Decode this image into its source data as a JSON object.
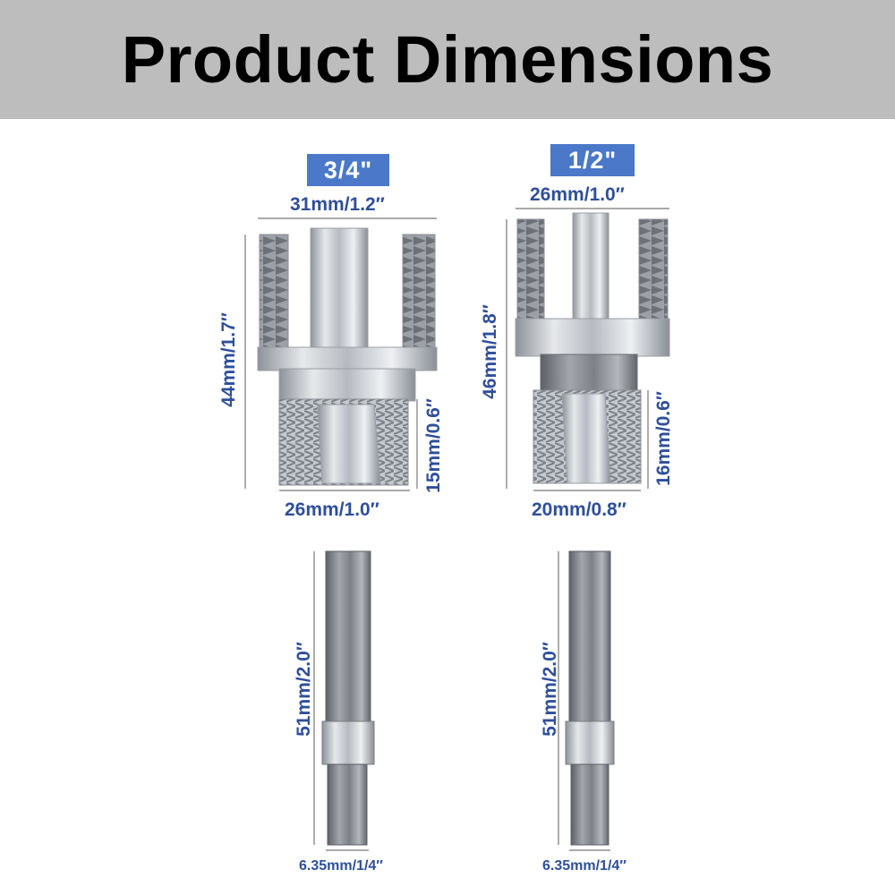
{
  "header": {
    "title": "Product Dimensions"
  },
  "products": [
    {
      "size_label": "3/4\"",
      "top_width": "31mm/1.2″",
      "height": "44mm/1.7″",
      "thread_height": "15mm/0.6″",
      "bottom_width": "26mm/1.0″",
      "bit_length": "51mm/2.0″",
      "bit_shank": "6.35mm/1/4″"
    },
    {
      "size_label": "1/2\"",
      "top_width": "26mm/1.0″",
      "height": "46mm/1.8″",
      "thread_height": "16mm/0.6″",
      "bottom_width": "20mm/0.8″",
      "bit_length": "51mm/2.0″",
      "bit_shank": "6.35mm/1/4″"
    }
  ],
  "colors": {
    "header_bg": "#bdbdbd",
    "badge_bg": "#4b78c8",
    "dimension_text": "#2f4f9a",
    "metal": "#b8bcc2"
  }
}
